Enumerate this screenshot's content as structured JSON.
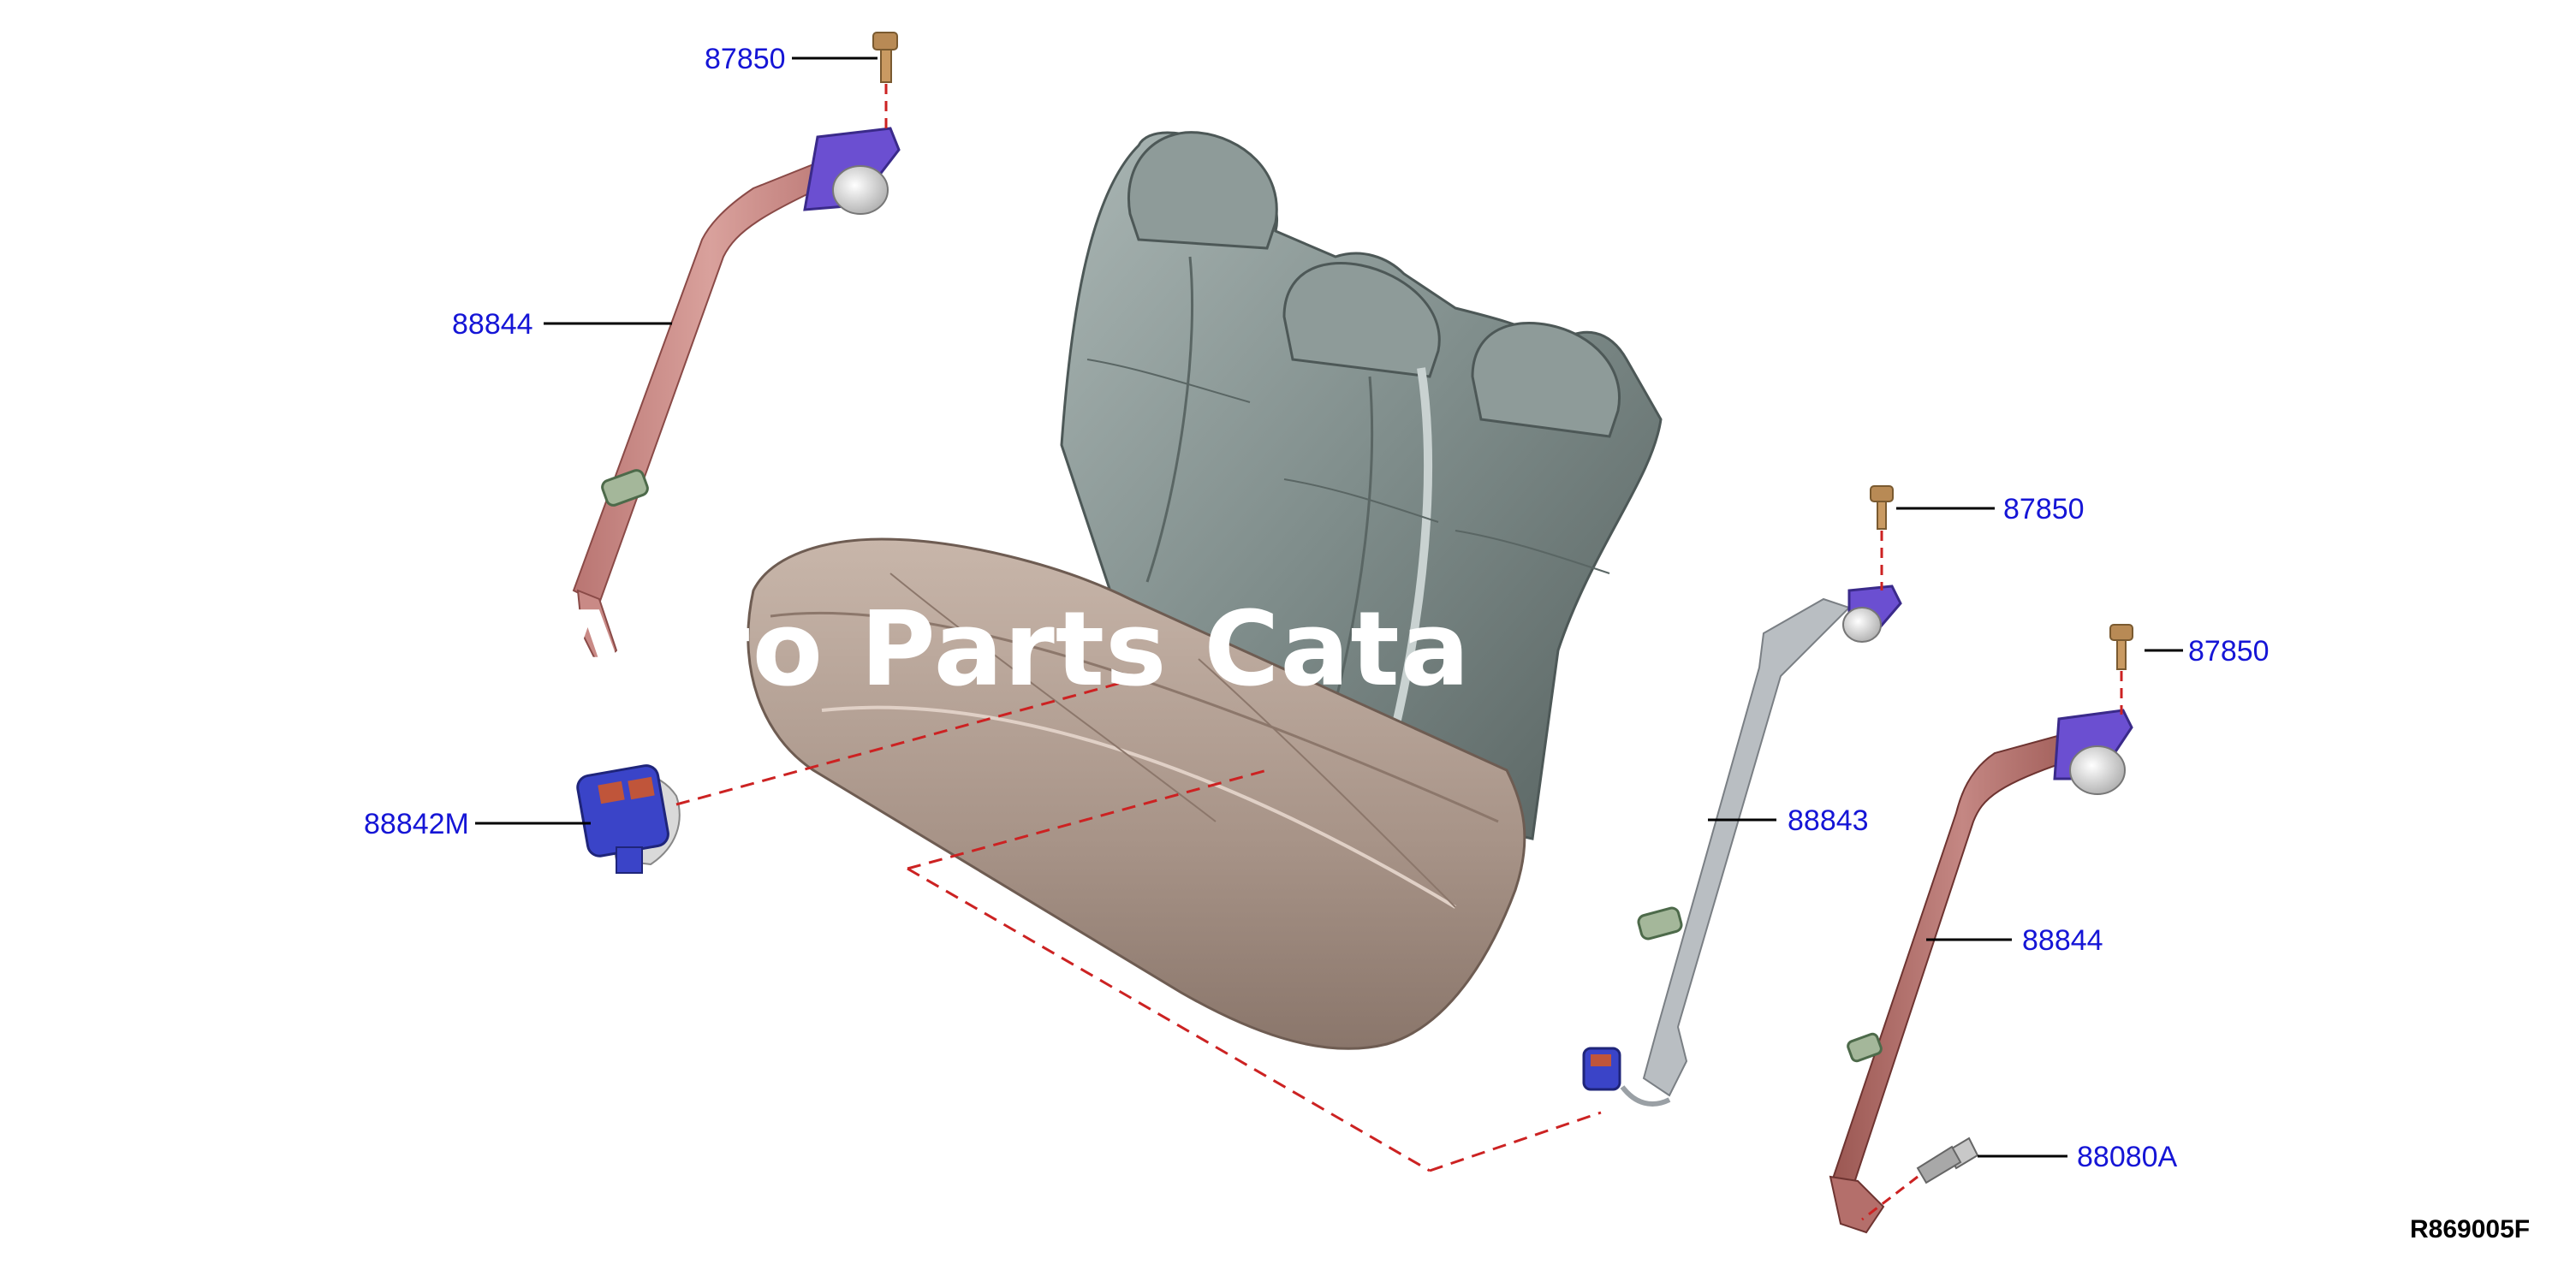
{
  "callouts": {
    "top_bolt": "87850",
    "left_belt": "88844",
    "buckle": "88842M",
    "mid_bolt": "87850",
    "center_belt": "88843",
    "right_bolt": "87850",
    "right_belt": "88844",
    "anchor_bolt": "88080A"
  },
  "diagram_code": "R869005F",
  "watermark": "Auto Parts Cata",
  "colors": {
    "callout_text": "#1515d6",
    "leader_line": "#000000",
    "dashed_link": "#cc2222",
    "seat_back": "#7f8d8b",
    "seat_cushion": "#a79387",
    "belt_webbing": "#c98a86",
    "center_belt": "#b9bec2",
    "bracket": "#6b4fd1",
    "buckle": "#3a44c8",
    "bolt": "#b88a55"
  }
}
